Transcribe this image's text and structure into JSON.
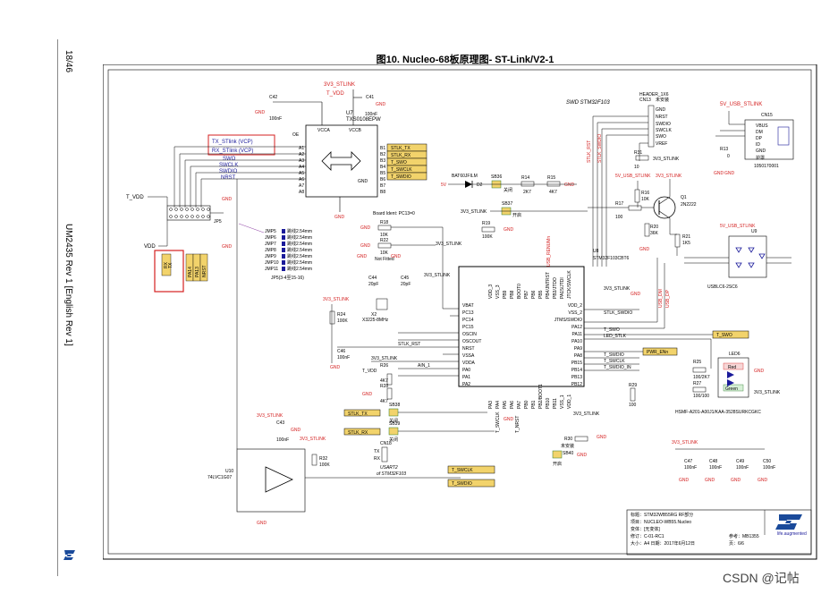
{
  "page": {
    "number": "18/46",
    "doc_ref": "UM2435 Rev 1 [English Rev 1]",
    "watermark": "CSDN @记帖"
  },
  "figure": {
    "title": "图10. Nucleo-68板原理图- ST-Link/V2-1"
  },
  "colors": {
    "net_red": "#d42020",
    "net_blue": "#1a1a9a",
    "label_fill": "#f2d36b",
    "wire": "#000000"
  },
  "icons": [
    "st-logo-icon",
    "usb-connector-icon",
    "led-icon",
    "diode-icon",
    "transistor-icon"
  ],
  "schematic": {
    "power": {
      "v3_top": "3V3_STLINK",
      "t_vdd": "T_VDD",
      "gnd": "GND",
      "v5usb": "5V_USB_STLINK",
      "v5": "5V",
      "vdd": "VDD",
      "v3_right": "3V3_STLINK",
      "v3_mid": "3V3_STLINK"
    },
    "u7": {
      "ref": "U7",
      "part": "TXS0108EPW",
      "c42": "C42",
      "c42v": "100nF",
      "c41": "C41",
      "c41v": "100nF",
      "pins_left": [
        "OE",
        "A1",
        "A2",
        "A3",
        "A4",
        "A5",
        "A6",
        "A7",
        "A8"
      ],
      "pins_right": [
        "B1",
        "B2",
        "B3",
        "B4",
        "B5",
        "B6",
        "B7",
        "B8"
      ],
      "vcca": "VCCA",
      "vccb": "VCCB",
      "gndpin": "GND"
    },
    "left_nets": [
      "TX_STlink (VCP)",
      "RX_STlink (VCP)",
      "SWO",
      "SWCLK",
      "SWDIO",
      "NRST"
    ],
    "right_nets": [
      "STLK_TX",
      "STLK_RX",
      "T_SWO",
      "T_SWCLK",
      "T_SWDIO"
    ],
    "jp5": {
      "ref": "JP5",
      "jumpers": [
        "JMP5",
        "JMP6",
        "JMP7",
        "JMP8",
        "JMP9",
        "JMP10",
        "JMP11"
      ],
      "desc": "跳线2.54mm",
      "note": "JP5(3-4至15-16)"
    },
    "vcp_header": {
      "labels": [
        "RX",
        "TX",
        "PA14",
        "PA13",
        "NRST"
      ]
    },
    "header_swd": {
      "title": "SWD STM32F103",
      "hdr": "HEADER_1X6",
      "hdr_note": "未安装",
      "ref": "CN13",
      "pins": [
        "GND",
        "NRST",
        "SWDIO",
        "SWCLK",
        "SWO",
        "VREF"
      ],
      "r31": "R31",
      "r31v": "10"
    },
    "usb": {
      "ref": "CN15",
      "pins": [
        "VBUS",
        "DM",
        "DP",
        "ID",
        "GND"
      ],
      "shield": "护罩",
      "part": "10501700​01",
      "r13": "R13",
      "r13v": "0"
    },
    "bat": {
      "ref": "D2",
      "part": "BAT60JFILM",
      "sb36": "SB36",
      "sb36s": "关闭",
      "r14": "R14",
      "r14v": "2K7",
      "r15": "R15",
      "r15v": "4K7"
    },
    "sb37": {
      "ref": "SB37",
      "state": "开启"
    },
    "q1": {
      "ref": "Q1",
      "part": "2N2222",
      "r16": "R16",
      "r16v": "10K",
      "r17": "R17",
      "r17v": "100",
      "r20": "R20",
      "r20v": "36K",
      "r21": "R21",
      "r21v": "1K5"
    },
    "u9": {
      "ref": "U9",
      "part": "USBLC6-2SC6"
    },
    "board_ident": {
      "text": "Board Ident: PC13=0",
      "r18": "R18",
      "r18v": "10K",
      "r22": "R22",
      "r22v": "10K",
      "r22n": "Not Fitted",
      "r19": "R19",
      "r19v": "100K"
    },
    "u8": {
      "ref": "U8",
      "part": "STM32F103CBT6",
      "left_pins": [
        "VBAT",
        "PC13",
        "PC14",
        "PC15",
        "OSCIN",
        "OSCOUT",
        "NRST",
        "VSSA",
        "VDDA",
        "PA0",
        "PA1",
        "PA2"
      ],
      "right_pins": [
        "VDD_2",
        "VSS_2",
        "JTMS/SWDIO",
        "PA12",
        "PA11",
        "PA10",
        "PA9",
        "PA8",
        "PB15",
        "PB14",
        "PB13",
        "PB12"
      ],
      "top_pins": [
        "VDD_3",
        "VSS_3",
        "PB9",
        "PB8",
        "BOOT0",
        "PB7",
        "PB6",
        "PB5",
        "PB4/JNTRST",
        "PB3/JTDO",
        "PA15/JTDI",
        "JTCK/SWCLK"
      ],
      "bottom_pins": [
        "PA3",
        "PA4",
        "PA5",
        "PA6",
        "PA7",
        "PB0",
        "PB1",
        "PB2/BOOT1",
        "PB10",
        "PB11",
        "VSS_1",
        "VDD_1"
      ],
      "net_usb_dm": "USB_DM",
      "net_usb_dp": "USB_DP",
      "net_reset": "USB_RENUMn",
      "stlk_swdio": "STLK_SWDIO",
      "led_stlk": "LED_STLK",
      "t_swo": "T_SWO",
      "pwr_enn": "PWR_ENn",
      "t_swdio": "T_SWDIO",
      "t_swclk": "T_SWCLK",
      "t_swdio_in": "T_SWDIO_IN",
      "stlk_rst": "STLK_RST",
      "ain1": "AIN_1",
      "t_nrst": "T_NRST",
      "t_swclk_b": "T_SWCLK"
    },
    "osc": {
      "c44": "C44",
      "c44v": "20pF",
      "c45": "C45",
      "c45v": "20pF",
      "x": "X2",
      "xv": "X3225-8MHz"
    },
    "r24": {
      "ref": "R24",
      "v": "100K",
      "c46": "C46",
      "c46v": "100nF"
    },
    "r26": {
      "ref": "R26",
      "v": "4K7",
      "r28": "R28",
      "r28v": "4K7"
    },
    "sb38": {
      "ref": "SB38",
      "state": "关闭",
      "sb39": "SB39",
      "sb39s": "关闭",
      "net_tx": "STLK_TX",
      "net_rx": "STLK_RX"
    },
    "cn18": {
      "ref": "CN18",
      "tx": "TX",
      "rx": "RX",
      "note1": "USART2",
      "note2": "of STM32F103"
    },
    "r30": {
      "ref": "R30",
      "note": "未安装",
      "sb40": "SB40",
      "sb40s": "开启",
      "r29": "R29",
      "r29v": "100"
    },
    "led6": {
      "ref": "LED6",
      "part": "HSMF-A201-A00J1/KAA-3528SURKCGKC",
      "r25": "R25",
      "r25v": "100/2K7",
      "r27": "R27",
      "r27v": "100/100",
      "red": "Red",
      "green": "Green"
    },
    "u10": {
      "ref": "U10",
      "part": "74LVC1G07",
      "c43": "C43",
      "c43v": "100nF",
      "r32": "R32",
      "r32v": "100K"
    },
    "caps_right": {
      "items": [
        {
          "ref": "C47",
          "v": "100nF"
        },
        {
          "ref": "C48",
          "v": "100nF"
        },
        {
          "ref": "C49",
          "v": "100nF"
        },
        {
          "ref": "C50",
          "v": "100nF"
        }
      ]
    },
    "title_block": {
      "rows": [
        "标题：STM32WB55RG RF部分",
        "项目：NUCLEO-WB55.Nucleo",
        "变体：[无变体]",
        "修订：C-01-RC1",
        "大小：A4  日期：2017年6月12日"
      ],
      "ref_label": "参考：MB1355",
      "sheet": "页：6/6",
      "brand": "life.augmented"
    },
    "nets_bottom": {
      "swclk": "T_SWCLK",
      "swdio": "T_SWDIO"
    }
  }
}
